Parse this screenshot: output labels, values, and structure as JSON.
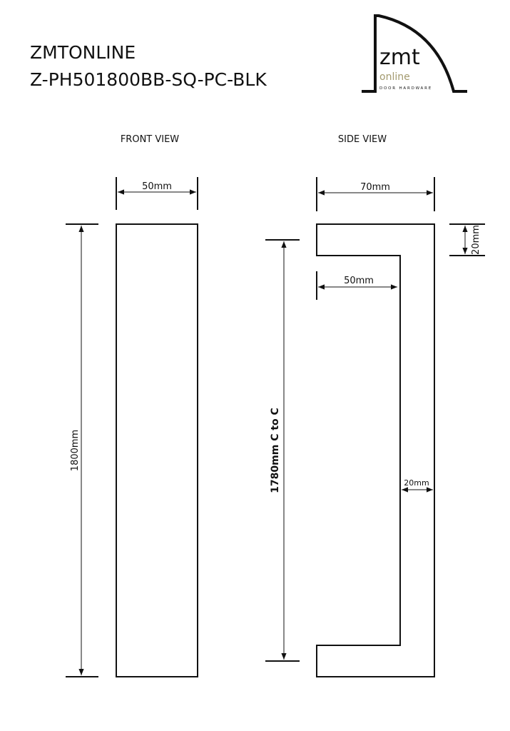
{
  "header": {
    "brand": "ZMTONLINE",
    "product_code": "Z-PH501800BB-SQ-PC-BLK"
  },
  "logo": {
    "main": "zmt",
    "sub": "online",
    "tagline": "DOOR HARDWARE",
    "accent_color": "#a39a6e"
  },
  "front_view": {
    "title": "FRONT VIEW",
    "width_label": "50mm",
    "height_label": "1800mm"
  },
  "side_view": {
    "title": "SIDE VIEW",
    "depth_label": "70mm",
    "bar_thickness_label": "20mm",
    "inner_clearance_label": "50mm",
    "centers_label": "1780mm C to C",
    "bar_width_label": "20mm"
  }
}
